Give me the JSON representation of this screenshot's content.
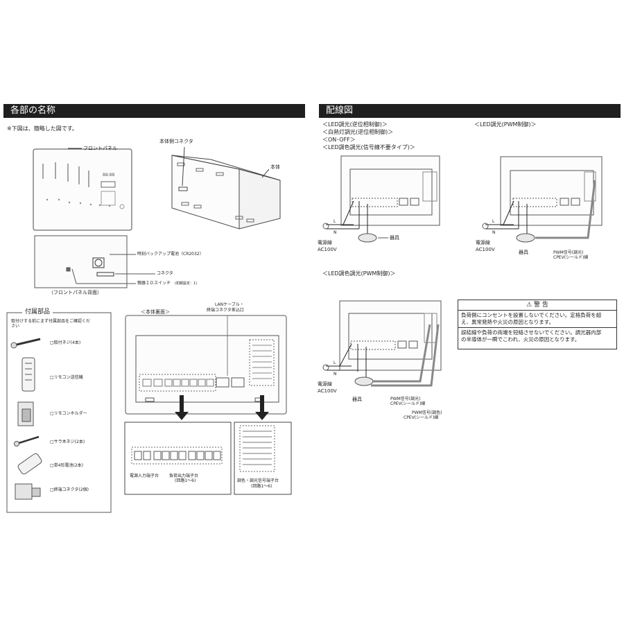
{
  "left": {
    "header": "各部の名称",
    "note": "※下図は、簡略した図です。",
    "front_panel_label": "フロントパネル",
    "body_connector_label": "本体側コネクタ",
    "body_label": "本体",
    "battery_label": "時刻バックアップ電池（CR2032）",
    "connector_label": "コネクタ",
    "id_switch_label": "親器ＩＤスイッチ",
    "id_switch_note": "(初期設定：1)",
    "panel_back_caption": "（フロントパネル背面）",
    "panel_display": "88:88"
  },
  "accessories": {
    "title": "付属部品",
    "intro_1": "取付けする前にまず付属部品をご確認くだ",
    "intro_2": "さい",
    "items": [
      {
        "label": "□取付ネジ(4本)",
        "icon": "screw-icon"
      },
      {
        "label": "□リモコン送信機",
        "icon": "remote-icon"
      },
      {
        "label": "□リモコンホルダー",
        "icon": "holder-icon"
      },
      {
        "label": "□サラ木ネジ(2本)",
        "icon": "wood-screw-icon"
      },
      {
        "label": "□単4形電池(2本)",
        "icon": "battery-icon"
      },
      {
        "label": "□終端コネクタ(2個)",
        "icon": "terminator-icon"
      }
    ]
  },
  "body_back": {
    "label": "＜本体裏面＞",
    "lan_label_1": "LANケーブル・",
    "lan_label_2": "終端コネクタ差込口",
    "power_terminal_label": "電源入力端子台",
    "load_terminal_label_1": "負荷出力端子台",
    "load_terminal_label_2": "(回路1〜6)",
    "signal_terminal_label_1": "調色・調光信号端子台",
    "signal_terminal_label_2": "(回路1〜6)"
  },
  "right": {
    "header": "配線図",
    "modes_a": [
      "＜LED調光(逆位相制御)＞",
      "＜白熱灯調光(逆位相制御)＞",
      "＜ON･OFF＞",
      "＜LED調色調光(信号線不要タイプ)＞"
    ],
    "mode_b": "＜LED調光(PWM制御)＞",
    "mode_c": "＜LED調色調光(PWM制御)＞",
    "power_line": "電源線",
    "ac": "AC100V",
    "fixture": "器具",
    "L": "L",
    "N": "N",
    "pwm_dim_1": "PWM信号(調光)",
    "pwm_dim_2": "CPEV(シールド)線",
    "pwm_color_1": "PWM信号(調色)",
    "pwm_color_2": "CPEV(シールド)線"
  },
  "warning": {
    "title": "警 告",
    "p1": [
      "負荷側にコンセントを設置しないでください。定格負荷を超",
      "え、異常発熱や火災の原因となります。"
    ],
    "p2": [
      "誤結線や負荷の両端を短絡させないでください。調光器内部",
      "の半導体が一瞬でこわれ、火災の原因となります。"
    ]
  }
}
